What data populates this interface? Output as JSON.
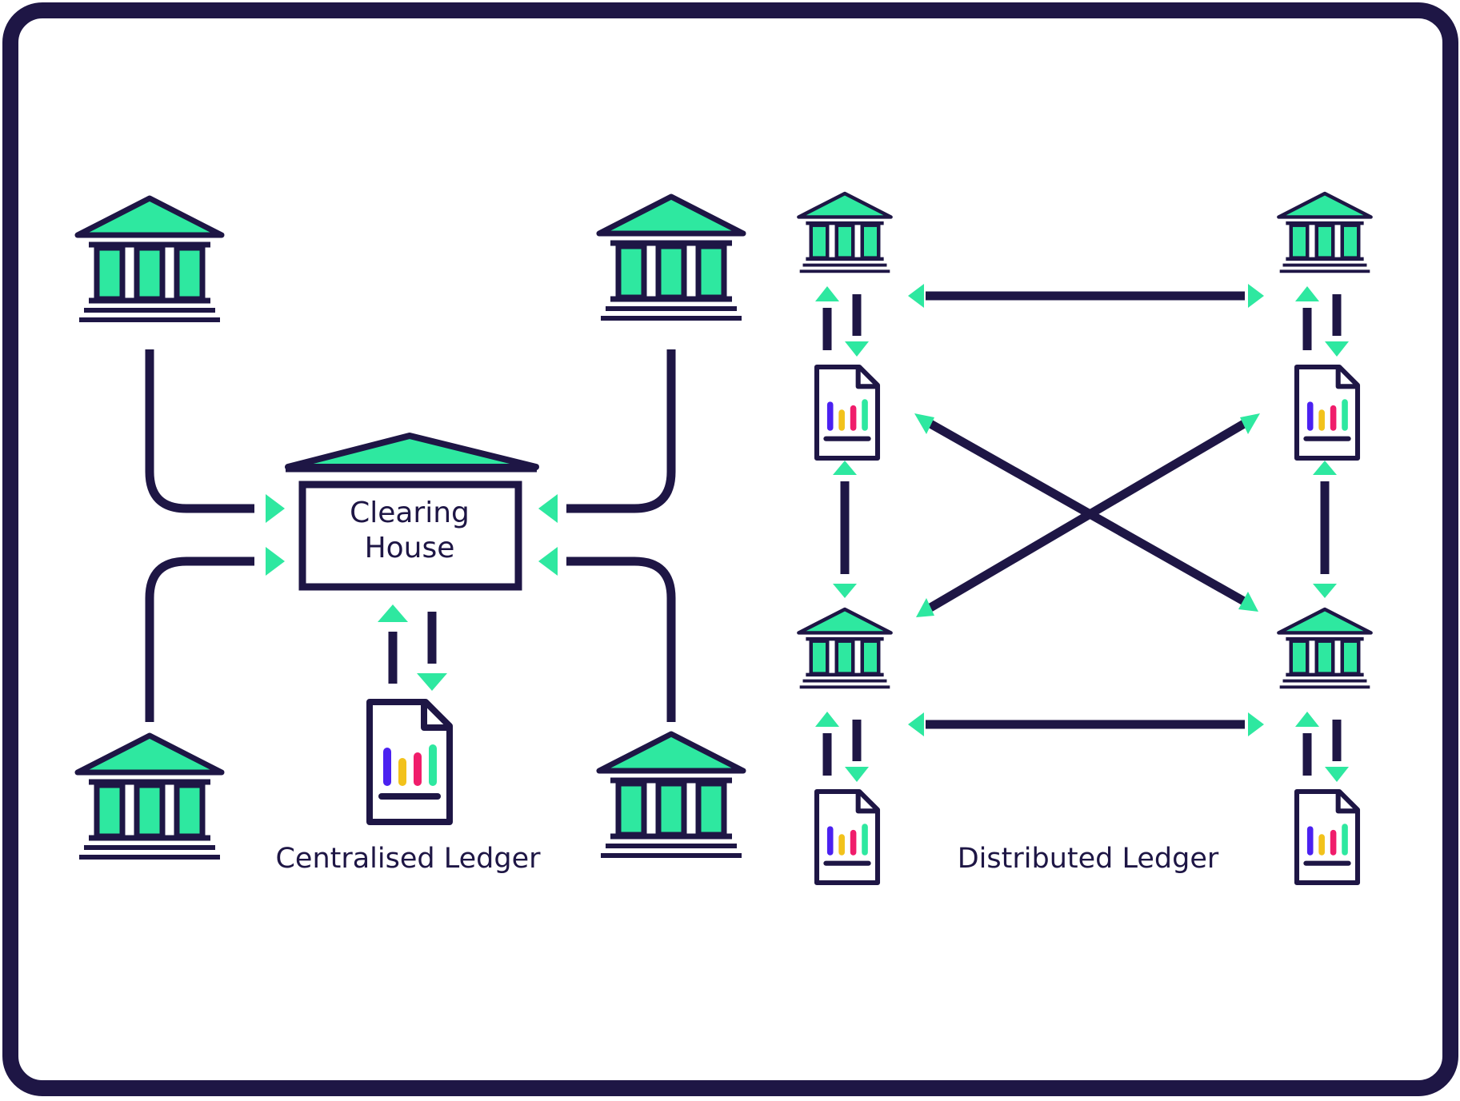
{
  "colors": {
    "ink": "#1e1645",
    "accent": "#2ee8a0",
    "bar1": "#4b21f0",
    "bar2": "#f2c21b",
    "bar3": "#f01d6b",
    "bar4": "#2ee8a0"
  },
  "icons": {
    "bank": "bank-icon",
    "ledger": "ledger-document-icon",
    "arrow": "arrow-icon"
  },
  "centralised": {
    "hub": {
      "line1": "Clearing",
      "line2": "House"
    },
    "caption": "Centralised Ledger"
  },
  "distributed": {
    "caption": "Distributed Ledger"
  }
}
